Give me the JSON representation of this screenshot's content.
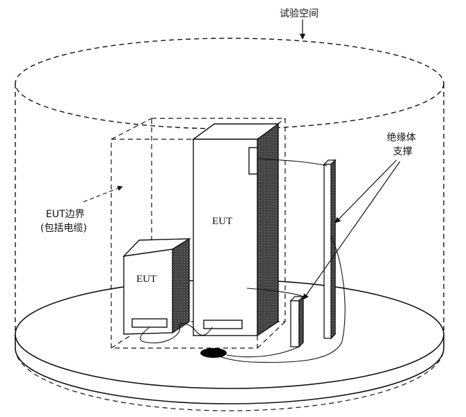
{
  "labels": {
    "test_space": "试验空间",
    "eut_boundary_line1": "EUT边界",
    "eut_boundary_line2": "(包括电缆)",
    "eut_tall": "EUT",
    "eut_small": "EUT",
    "insulating_support_line1": "绝缘体",
    "insulating_support_line2": "支撑"
  },
  "colors": {
    "line": "#111111",
    "shade": "#2a2a2a",
    "background": "#ffffff"
  }
}
